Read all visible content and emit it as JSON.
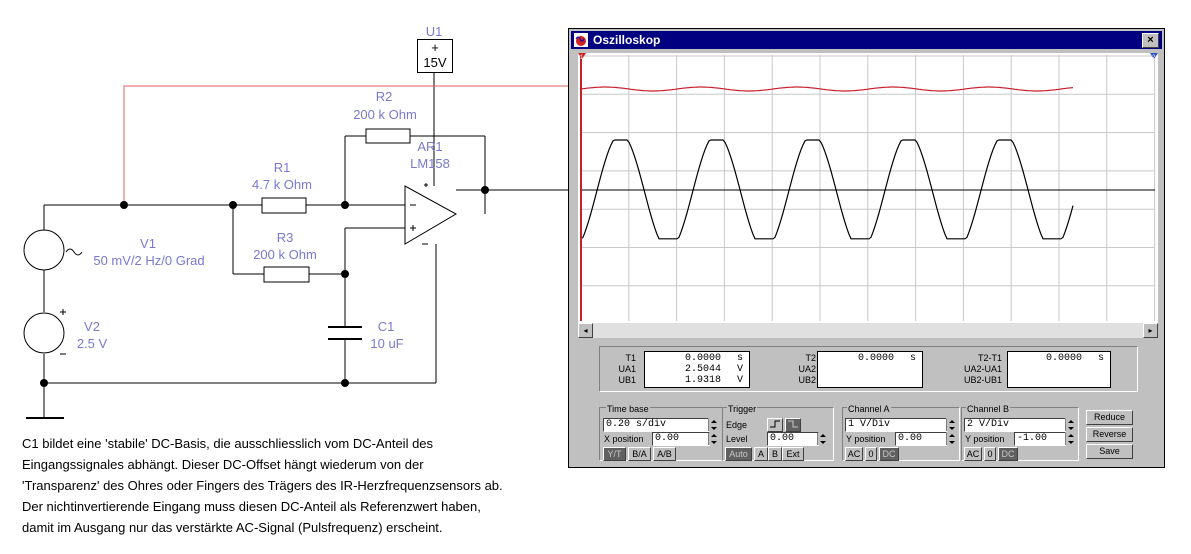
{
  "circuit": {
    "u1": {
      "ref": "U1",
      "plus": "+",
      "value": "15V"
    },
    "r2": {
      "ref": "R2",
      "value": "200 k Ohm"
    },
    "ar1": {
      "ref": "AR1",
      "model": "LM158"
    },
    "r1": {
      "ref": "R1",
      "value": "4.7 k Ohm"
    },
    "r3": {
      "ref": "R3",
      "value": "200 k Ohm"
    },
    "v1": {
      "ref": "V1",
      "value": "50 mV/2 Hz/0 Grad"
    },
    "v2": {
      "ref": "V2",
      "value": "2.5 V"
    },
    "c1": {
      "ref": "C1",
      "value": "10 uF"
    },
    "opamp_signs": {
      "plus": "+",
      "minus": "-"
    }
  },
  "description": [
    "C1 bildet eine 'stabile' DC-Basis, die ausschliesslich vom DC-Anteil des",
    "Eingangssignales abhängt. Dieser DC-Offset hängt wiederum von der",
    "'Transparenz' des Ohres oder Fingers des Trägers des IR-Herzfrequenzsensors ab.",
    "Der nichtinvertierende Eingang muss diesen DC-Anteil als Referenzwert haben,",
    "damit im Ausgang nur das verstärkte AC-Signal (Pulsfrequenz)  erscheint."
  ],
  "oscilloscope": {
    "title": "Oszilloskop",
    "close_glyph": "×",
    "cursor1_label": "1",
    "cursor2_label": "2",
    "traces": {
      "red": "#c8202a",
      "black": "#000000"
    },
    "readouts": {
      "t1": {
        "labels": [
          "T1",
          "UA1",
          "UB1"
        ],
        "values": [
          "0.0000",
          "2.5044",
          "1.9318"
        ],
        "units": [
          "s",
          "V",
          "V"
        ]
      },
      "t2": {
        "labels": [
          "T2",
          "UA2",
          "UB2"
        ],
        "values": [
          "0.0000"
        ],
        "units": [
          "s"
        ]
      },
      "diff": {
        "labels": [
          "T2-T1",
          "UA2-UA1",
          "UB2-UB1"
        ],
        "values": [
          "0.0000"
        ],
        "units": [
          "s"
        ]
      }
    },
    "timebase": {
      "title": "Time base",
      "value": "0.20 s/div",
      "xpos_label": "X position",
      "xpos": "0.00",
      "modes": [
        "Y/T",
        "B/A",
        "A/B"
      ]
    },
    "trigger": {
      "title": "Trigger",
      "edge_label": "Edge",
      "level_label": "Level",
      "level": "0.00",
      "modes": [
        "Auto",
        "A",
        "B",
        "Ext"
      ]
    },
    "channel_a": {
      "title": "Channel A",
      "value": "1  V/Div",
      "ypos_label": "Y position",
      "ypos": "0.00",
      "coupling": [
        "AC",
        "0",
        "DC"
      ]
    },
    "channel_b": {
      "title": "Channel B",
      "value": "2  V/Div",
      "ypos_label": "Y position",
      "ypos": "-1.00",
      "coupling": [
        "AC",
        "0",
        "DC"
      ]
    },
    "buttons": {
      "reduce": "Reduce",
      "reverse": "Reverse",
      "save": "Save"
    }
  },
  "colors": {
    "wire": "#000000",
    "probe_wire": "#e06060",
    "labels": "#7a78d0",
    "titlebar": "#000080"
  }
}
